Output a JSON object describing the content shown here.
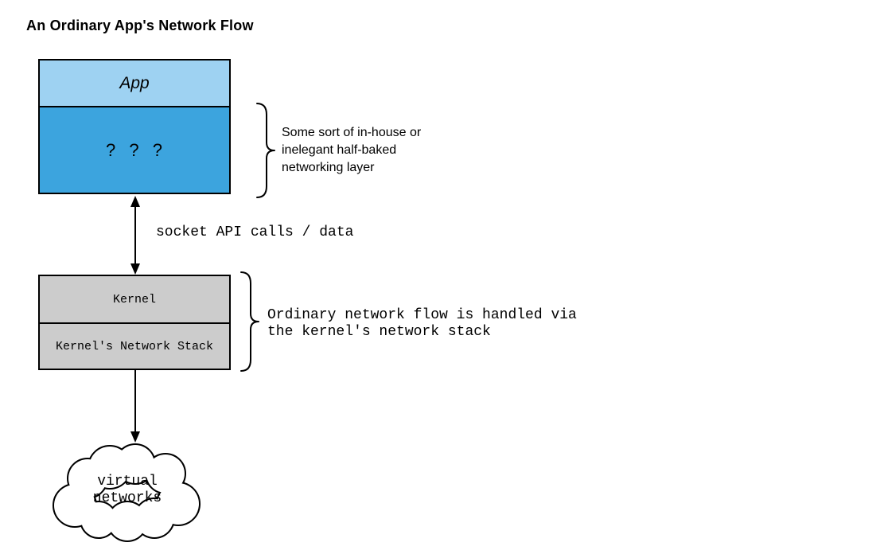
{
  "title": "An Ordinary App's Network Flow",
  "colors": {
    "app_fill": "#9ED2F2",
    "layer_fill": "#3CA4DE",
    "kernel_fill": "#CCCCCC",
    "stroke": "#000000"
  },
  "app_stack": {
    "app_label": "App",
    "mystery_label": "? ? ?"
  },
  "brace_app": {
    "lines": {
      "0": "Some sort of in-house or",
      "1": "inelegant half-baked",
      "2": "networking layer"
    }
  },
  "arrow_socket": {
    "label": "socket API calls / data"
  },
  "kernel_stack": {
    "kernel_label": "Kernel",
    "network_stack_label": "Kernel's Network Stack"
  },
  "brace_kernel": {
    "lines": {
      "0": "Ordinary network flow is handled via",
      "1": "the kernel's network stack"
    }
  },
  "cloud": {
    "lines": {
      "0": "virtual",
      "1": "networks"
    }
  }
}
